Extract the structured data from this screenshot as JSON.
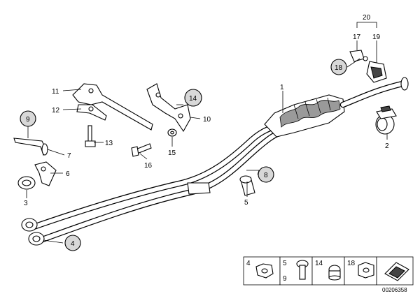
{
  "diagram": {
    "callouts": {
      "c1": "1",
      "c2": "2",
      "c3": "3",
      "c4": "4",
      "c5": "5",
      "c6": "6",
      "c7": "7",
      "c8": "8",
      "c9": "9",
      "c10": "10",
      "c11": "11",
      "c12": "12",
      "c13": "13",
      "c14": "14",
      "c15": "15",
      "c16": "16",
      "c17": "17",
      "c18": "18",
      "c19": "19",
      "c20": "20"
    },
    "hardware_strip": {
      "n4": "4",
      "n5": "5",
      "n9": "9",
      "n14": "14",
      "n18": "18"
    },
    "image_number": "00206358"
  }
}
